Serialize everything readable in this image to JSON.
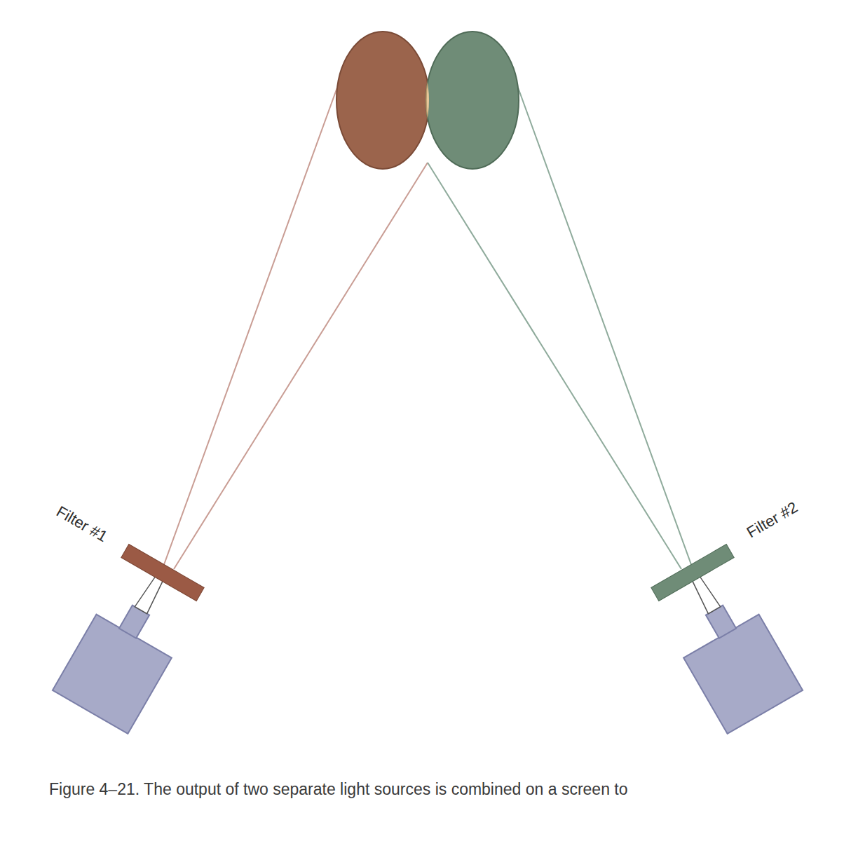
{
  "diagram": {
    "caption": "Figure 4–21. The output of two separate light sources is combined on a screen to",
    "labels": [
      "Filter #1",
      "Filter #2"
    ]
  }
}
